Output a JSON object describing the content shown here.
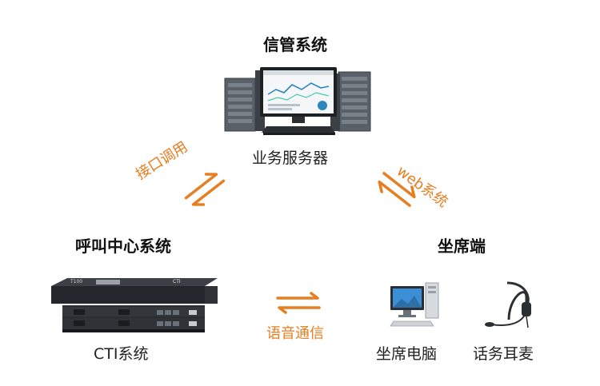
{
  "top": {
    "title": "信管系统",
    "caption": "业务服务器"
  },
  "left": {
    "title": "呼叫中心系统",
    "caption": "CTI系统"
  },
  "right": {
    "title": "坐席端",
    "caption_pc": "坐席电脑",
    "caption_headset": "话务耳麦"
  },
  "links": {
    "left": "接口调用",
    "right": "web系统",
    "bottom": "语音通信"
  },
  "device": {
    "cti_brand": "CTI",
    "cti_model": "T100"
  },
  "colors": {
    "accent": "#e67e22",
    "arrow": "#e67e22"
  },
  "icons": {
    "server": "server-icon",
    "cti": "cti-device-icon",
    "pc": "desktop-pc-icon",
    "headset": "headset-icon",
    "arrows": "bidirectional-arrows-icon"
  }
}
